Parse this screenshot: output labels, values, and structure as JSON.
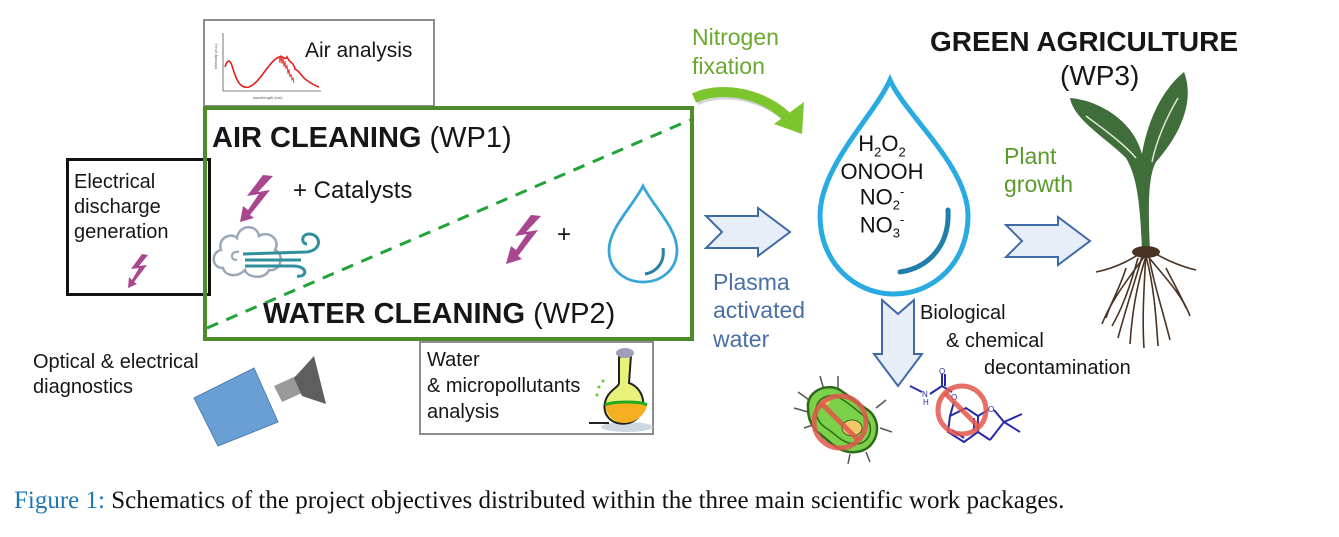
{
  "figure": {
    "caption_label": "Figure 1:",
    "caption_text": " Schematics of the project objectives distributed within the three main scientific work packages."
  },
  "air_analysis": {
    "label": "Air analysis",
    "icon": "spectrum-chart-icon"
  },
  "electrical_discharge": {
    "line1": "Electrical",
    "line2": "discharge",
    "line3": "generation",
    "icon": "lightning-icon"
  },
  "wp1": {
    "title_bold": "AIR CLEANING",
    "title_wp": " (WP1)",
    "catalysts": "+ Catalysts",
    "icons": [
      "lightning-icon",
      "wind-cloud-icon"
    ]
  },
  "wp2": {
    "title_bold": "WATER CLEANING",
    "title_wp": " (WP2)",
    "plus": "+",
    "icons": [
      "lightning-icon",
      "water-drop-icon"
    ]
  },
  "optical": {
    "line1": "Optical & electrical",
    "line2": "diagnostics",
    "icon": "camera-icon"
  },
  "water_analysis": {
    "line1": "Water",
    "line2": "& micropollutants",
    "line3": "analysis",
    "icon": "flask-icon"
  },
  "nitrogen": {
    "line1": "Nitrogen",
    "line2": "fixation"
  },
  "plasma_water": {
    "line1": "Plasma",
    "line2": "activated",
    "line3": "water"
  },
  "species": {
    "s1": {
      "base1": "H",
      "sub1": "2",
      "base2": "O",
      "sub2": "2"
    },
    "s2": {
      "text": "ONOOH"
    },
    "s3": {
      "base": "NO",
      "sub": "2",
      "sup": "-"
    },
    "s4": {
      "base": "NO",
      "sub": "3",
      "sup": "-"
    }
  },
  "wp3": {
    "title": "GREEN AGRICULTURE",
    "wp": "(WP3)",
    "icon": "plant-icon"
  },
  "plant_growth": {
    "line1": "Plant",
    "line2": "growth"
  },
  "decontamination": {
    "line1": "Biological",
    "line2": "& chemical",
    "line3": "decontamination",
    "icons": [
      "bacteria-prohibited-icon",
      "molecule-prohibited-icon"
    ],
    "mol_labels": [
      "O",
      "N",
      "H",
      "O",
      "O"
    ]
  },
  "colors": {
    "wp_box_border": "#4f8a2b",
    "dashed_divider": "#22a33a",
    "lightning": "#a8478f",
    "drop_blue": "#29abe2",
    "arrow_fill": "#e8eef7",
    "arrow_stroke": "#3f6aa8",
    "green_arrow": "#7cc52c",
    "caption_label": "#1f77b4"
  }
}
